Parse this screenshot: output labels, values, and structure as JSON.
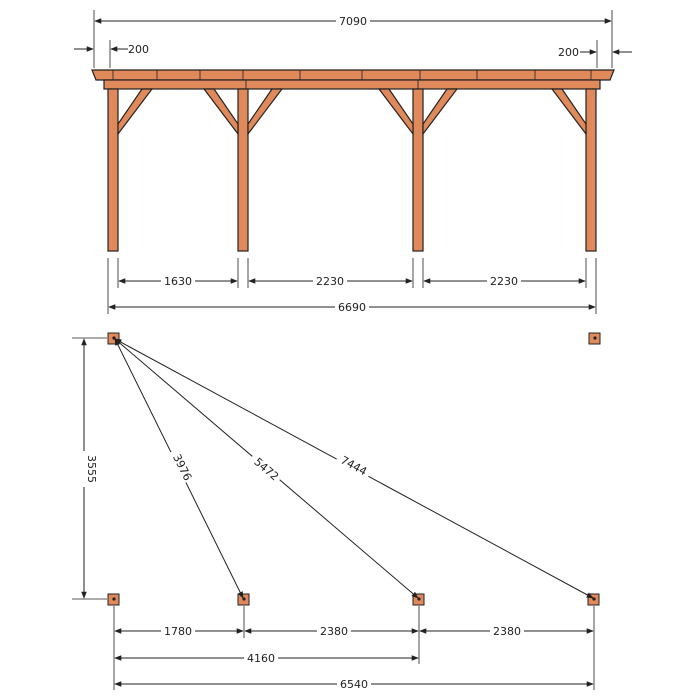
{
  "colors": {
    "wood": "#e08a5c",
    "line": "#222222"
  },
  "elevation": {
    "overall_width": "7090",
    "overhang_left": "200",
    "overhang_right": "200",
    "span_1": "1630",
    "span_2": "2230",
    "span_3": "2230",
    "posts_width": "6690"
  },
  "plan": {
    "depth": "3555",
    "diagonal_1": "3976",
    "diagonal_2": "5472",
    "diagonal_3": "7444",
    "spacing_1": "1780",
    "spacing_2": "2380",
    "spacing_3": "2380",
    "distance_4160": "4160",
    "distance_6540": "6540"
  }
}
